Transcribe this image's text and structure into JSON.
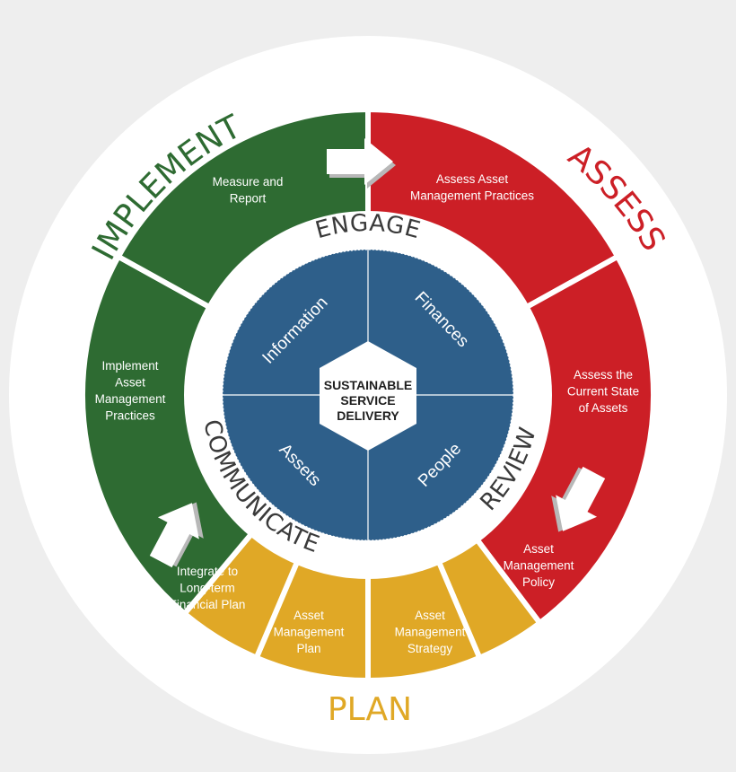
{
  "colors": {
    "implement": "#2e6b32",
    "assess": "#cc1f26",
    "plan": "#e0a826",
    "core": "#2e5f8a",
    "ring": "#ffffff",
    "outer": "#ffffff",
    "background": "#eeeeee"
  },
  "phases": {
    "implement": "IMPLEMENT",
    "assess": "ASSESS",
    "plan": "PLAN"
  },
  "ring_labels": {
    "engage": "ENGAGE",
    "review": "REVIEW",
    "communicate": "COMMUNICATE"
  },
  "segments": {
    "measure": [
      "Measure and",
      "Report"
    ],
    "assess_practices": [
      "Assess Asset",
      "Management Practices"
    ],
    "assess_state": [
      "Assess the",
      "Current State",
      "of Assets"
    ],
    "policy": [
      "Asset",
      "Management",
      "Policy"
    ],
    "strategy": [
      "Asset",
      "Management",
      "Strategy"
    ],
    "plan_seg": [
      "Asset",
      "Management",
      "Plan"
    ],
    "integrate": [
      "Integrate to",
      "Long-term",
      "Financial Plan"
    ],
    "implement_practices": [
      "Implement",
      "Asset",
      "Management",
      "Practices"
    ]
  },
  "quadrants": {
    "information": "Information",
    "finances": "Finances",
    "assets": "Assets",
    "people": "People"
  },
  "core": [
    "SUSTAINABLE",
    "SERVICE",
    "DELIVERY"
  ]
}
